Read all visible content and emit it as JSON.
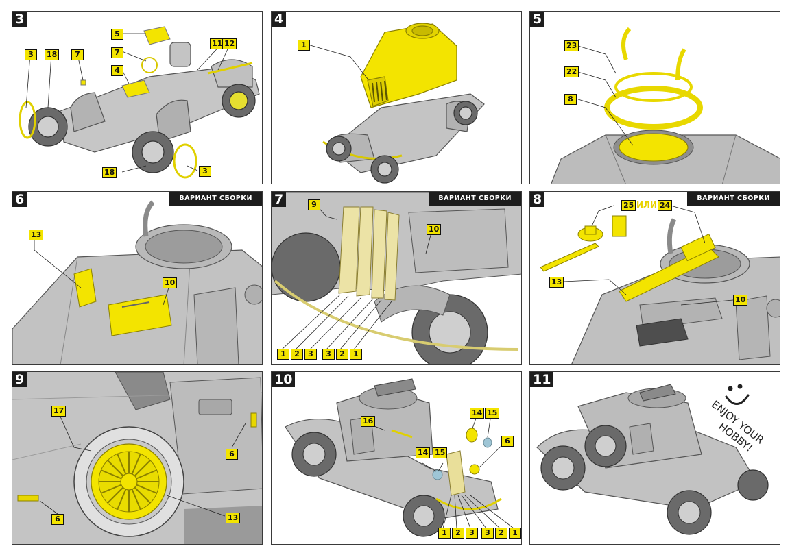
{
  "panels": [
    {
      "step": "3",
      "tags": [
        "5",
        "7",
        "7",
        "11",
        "12",
        "4",
        "3",
        "18",
        "18",
        "3"
      ]
    },
    {
      "step": "4",
      "tags": [
        "1"
      ]
    },
    {
      "step": "5",
      "tags": [
        "23",
        "22",
        "8"
      ]
    },
    {
      "step": "6",
      "variant": "ВАРИАНТ СБОРКИ",
      "tags": [
        "13",
        "10"
      ]
    },
    {
      "step": "7",
      "variant": "ВАРИАНТ СБОРКИ",
      "tags": [
        "9",
        "10",
        "1",
        "2",
        "3",
        "3",
        "2",
        "1"
      ]
    },
    {
      "step": "8",
      "variant": "ВАРИАНТ СБОРКИ",
      "or_text": "ИЛИ",
      "tags": [
        "25",
        "24",
        "13",
        "10"
      ]
    },
    {
      "step": "9",
      "tags": [
        "17",
        "6",
        "6",
        "13"
      ]
    },
    {
      "step": "10",
      "tags": [
        "14",
        "15",
        "16",
        "6",
        "14",
        "15",
        "1",
        "2",
        "3",
        "3",
        "2",
        "1"
      ]
    },
    {
      "step": "11",
      "enjoy_line1": "ENJOY YOUR",
      "enjoy_line2": "HOBBY!"
    }
  ],
  "colors": {
    "highlight": "#f3e400",
    "model_grey": "#b9b9b9",
    "frame": "#3a3a3a",
    "label_bg": "#1d1d1d",
    "lens_blue": "#9fc6d6"
  }
}
